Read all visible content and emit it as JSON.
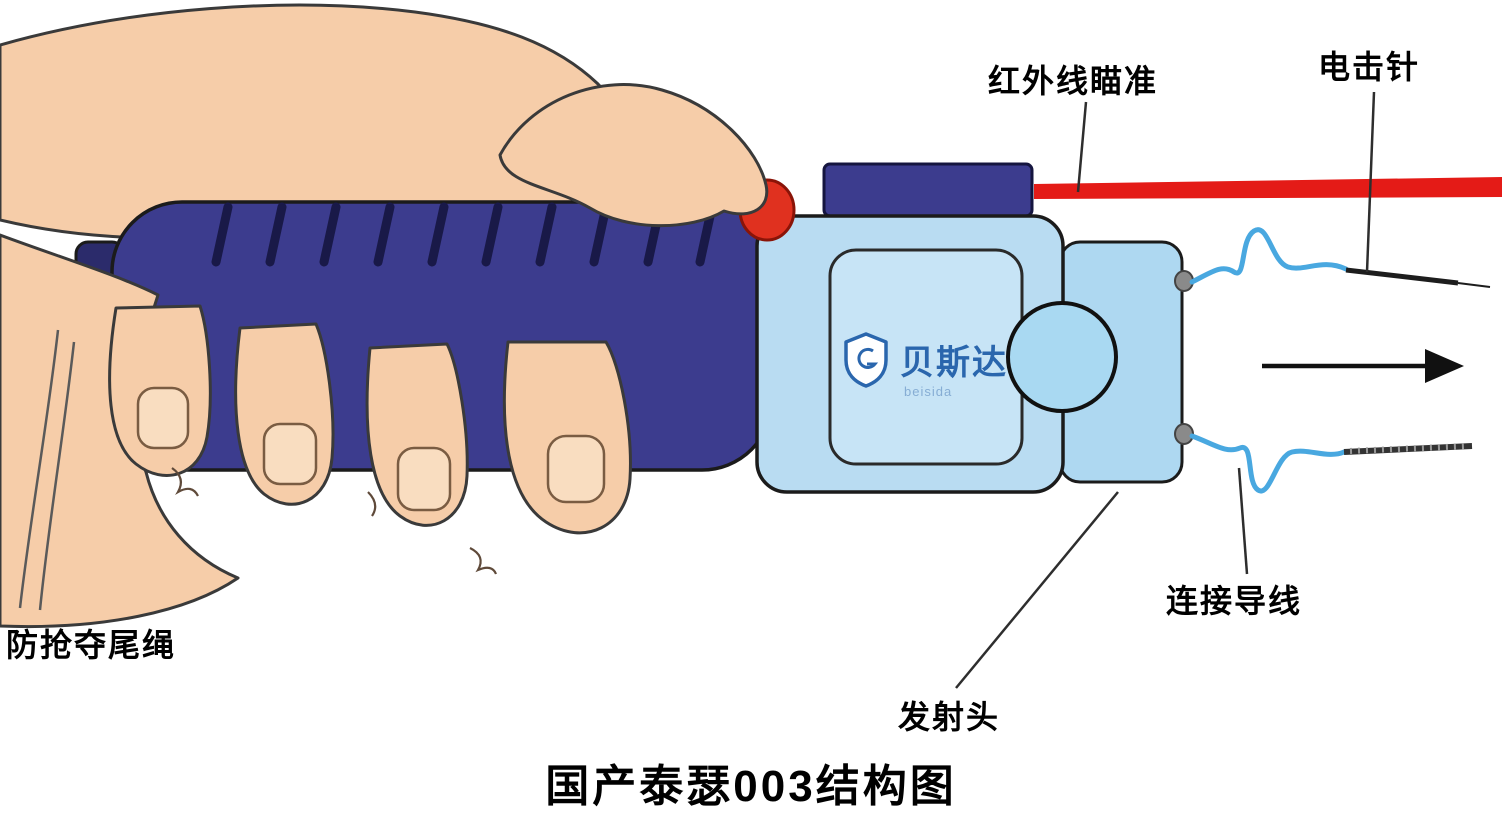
{
  "title": "国产泰瑟003结构图",
  "labels": {
    "infrared_sight": "红外线瞄准",
    "shock_needle": "电击针",
    "connecting_wire": "连接导线",
    "launch_head": "发射头",
    "anti_snatch_rope": "防抢夺尾绳"
  },
  "logo": {
    "brand": "贝斯达",
    "romanized": "beisida"
  },
  "colors": {
    "device_body": "#3c3c8e",
    "butt_cap": "#2b2b6b",
    "launch_head_housing": "#b9dcf2",
    "inner_panel": "#c7e4f6",
    "cartridge": "#aed8f1",
    "laser": "#e41b17",
    "wire": "#49a8e0",
    "skin": "#f6cda9",
    "button": "#e0311f",
    "brand_blue": "#2a66ad"
  }
}
